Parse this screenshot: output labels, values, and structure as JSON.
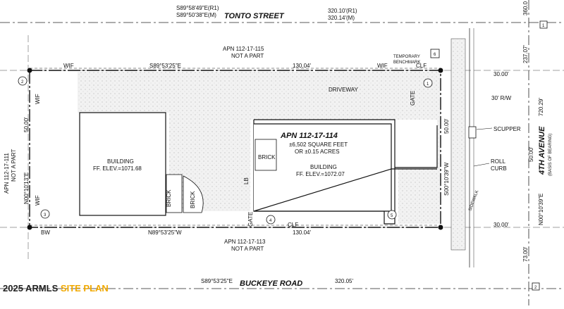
{
  "streets": {
    "north": "TONTO STREET",
    "south": "BUCKEYE ROAD",
    "east": "4TH AVENUE",
    "east_note": "(BASIS OF BEARING)"
  },
  "bearings": {
    "north_r1": "S89°58'49\"E(R1)",
    "north_m": "S89°50'38\"E(M)",
    "north_dist_r1": "320.10'(R1)",
    "north_dist_m": "320.14'(M)",
    "lot_north": "S89°53'25\"E",
    "lot_north_dist": "130.04'",
    "lot_south": "N89°53'25\"W",
    "lot_south_dist": "130.04'",
    "lot_west": "N00°10'13\"E",
    "lot_west_dist": "50.00'",
    "lot_east": "S00°10'39\"W",
    "lot_east_dist": "50.00'",
    "south_road": "S89°53'25\"E",
    "south_road_dist": "320.05'",
    "east_road": "N00°10'39\"E",
    "east_road_dist": "720.29'",
    "east_top_dist": "360.0",
    "east_upper": "237.07'",
    "east_lower": "73.00'",
    "rw_top": "30.00'",
    "rw_mid": "30' R/W",
    "rw_bottom": "30.00'",
    "vert_50": "50.00'"
  },
  "parcels": {
    "subject_apn": "APN 112-17-114",
    "subject_area1": "±6,502 SQUARE FEET",
    "subject_area2": "OR ±0.15 ACRES",
    "north_apn": "APN 112-17-115",
    "north_note": "NOT A PART",
    "south_apn": "APN 112-17-113",
    "south_note": "NOT A PART",
    "west_apn": "APN 112-17-111",
    "west_note": "NOT A PART"
  },
  "features": {
    "driveway": "DRIVEWAY",
    "building": "BUILDING",
    "ff_west": "FF. ELEV.=1071.68",
    "ff_east": "FF. ELEV.=1072.07",
    "brick": "BRICK",
    "gate": "GATE",
    "lb": "LB",
    "wif": "WIF",
    "bw": "BW",
    "clf": "CLF",
    "temp_bm_1": "TEMPORARY",
    "temp_bm_2": "BENCHMARK",
    "scupper": "SCUPPER",
    "roll_curb_1": "ROLL",
    "roll_curb_2": "CURB",
    "sidewalk": "SIDEWALK"
  },
  "points": [
    "1",
    "2",
    "3",
    "4",
    "5",
    "6"
  ],
  "sheet_refs": {
    "top": "1",
    "bottom": "2"
  },
  "footer": {
    "prefix": "2025 ARMLS",
    "brand": "SITE PLAN"
  },
  "colors": {
    "line": "#111111",
    "hatch": "#cfcfcf",
    "brand": "#f0a800"
  }
}
